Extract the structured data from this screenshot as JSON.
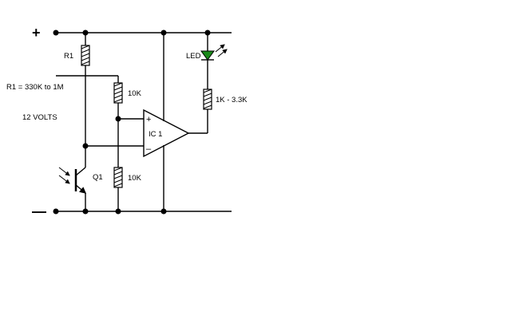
{
  "rails": {
    "positive": "+",
    "negative": "—"
  },
  "components": {
    "r1": "R1",
    "r1_range": "R1 = 330K to 1M",
    "supply": "12 VOLTS",
    "r_upper": "10K",
    "r_lower": "10K",
    "ic": "IC 1",
    "ic_plus": "+",
    "ic_minus": "–",
    "led": "LED",
    "r_led": "1K - 3.3K",
    "q1": "Q1"
  },
  "colors": {
    "led_fill": "#1a8a1a"
  }
}
